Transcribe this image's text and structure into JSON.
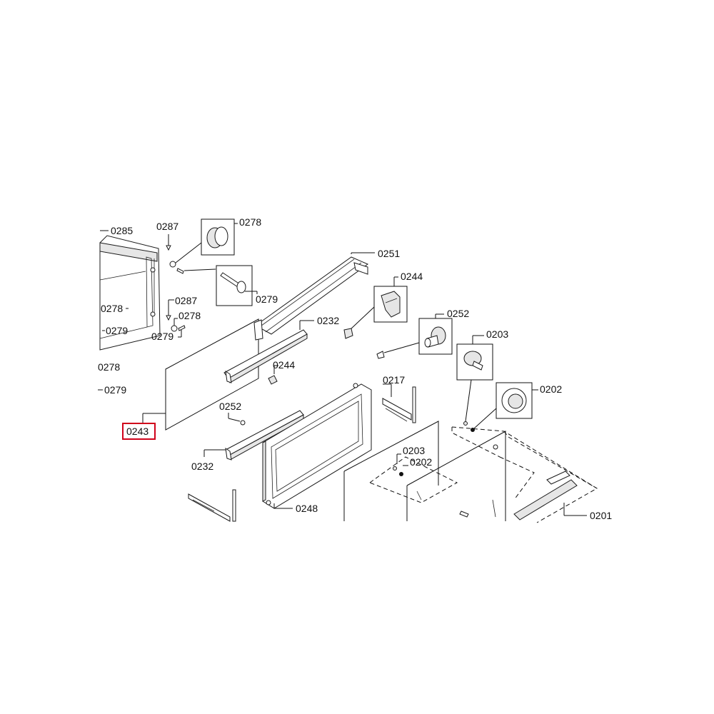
{
  "diagram": {
    "labels": {
      "l0285": "0285",
      "l0287a": "0287",
      "l0278a": "0278",
      "l0279a": "0279",
      "l0287b": "0287",
      "l0278b": "0278",
      "l0279b": "0279",
      "l0278c": "0278",
      "l0279c": "0279",
      "l0278d": "0278",
      "l0279d": "0279",
      "l0243": "0243",
      "l0251": "0251",
      "l0232a": "0232",
      "l0244a": "0244",
      "l0244b": "0244",
      "l0252a": "0252",
      "l0252b": "0252",
      "l0232b": "0232",
      "l0217": "0217",
      "l0248": "0248",
      "l0203a": "0203",
      "l0202a": "0202",
      "l0203b": "0203",
      "l0202b": "0202",
      "l0201": "0201"
    },
    "highlight_color": "#d0021b"
  }
}
